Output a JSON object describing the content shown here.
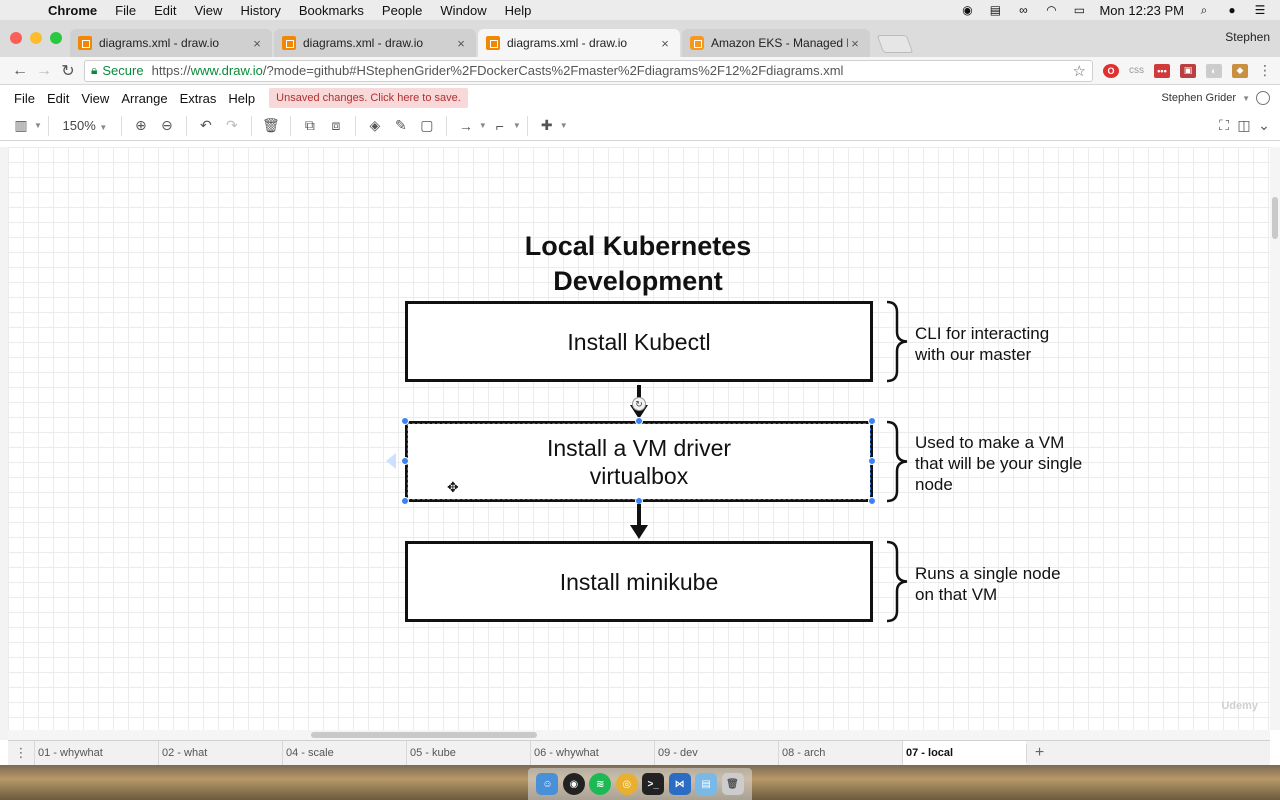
{
  "mac_menubar": {
    "app": "Chrome",
    "items": [
      "File",
      "Edit",
      "View",
      "History",
      "Bookmarks",
      "People",
      "Window",
      "Help"
    ],
    "clock": "Mon 12:23 PM",
    "user": "Stephen"
  },
  "browser": {
    "tabs": [
      {
        "label": "diagrams.xml - draw.io"
      },
      {
        "label": "diagrams.xml - draw.io"
      },
      {
        "label": "diagrams.xml - draw.io"
      },
      {
        "label": "Amazon EKS - Managed Kuber"
      }
    ],
    "secure_label": "Secure",
    "url_scheme": "https://",
    "url_host": "www.draw.io",
    "url_rest": "/?mode=github#HStephenGrider%2FDockerCasts%2Fmaster%2Fdiagrams%2F12%2Fdiagrams.xml",
    "ext_css": "css"
  },
  "drawio": {
    "menu": [
      "File",
      "Edit",
      "View",
      "Arrange",
      "Extras",
      "Help"
    ],
    "unsaved": "Unsaved changes. Click here to save.",
    "user": "Stephen Grider",
    "zoom": "150%"
  },
  "diagram": {
    "title_line1": "Local Kubernetes",
    "title_line2": "Development",
    "steps": [
      {
        "line1": "Install Kubectl",
        "line2": ""
      },
      {
        "line1": "Install a VM driver",
        "line2": "virtualbox"
      },
      {
        "line1": "Install minikube",
        "line2": ""
      }
    ],
    "notes": [
      {
        "line1": "CLI for interacting",
        "line2": "with our master",
        "line3": ""
      },
      {
        "line1": "Used to make a VM",
        "line2": "that will be your single",
        "line3": "node"
      },
      {
        "line1": "Runs a single node",
        "line2": "on that VM",
        "line3": ""
      }
    ],
    "watermark": "Udemy"
  },
  "pages": [
    "01 - whywhat",
    "02 - what",
    "04 - scale",
    "05 - kube",
    "06 - whywhat",
    "09 - dev",
    "08 - arch",
    "07 - local"
  ],
  "active_page": "07 - local",
  "colors": {
    "selection": "#3b82f6",
    "drawio_orange": "#f08705",
    "secure_green": "#0a8a3a"
  }
}
